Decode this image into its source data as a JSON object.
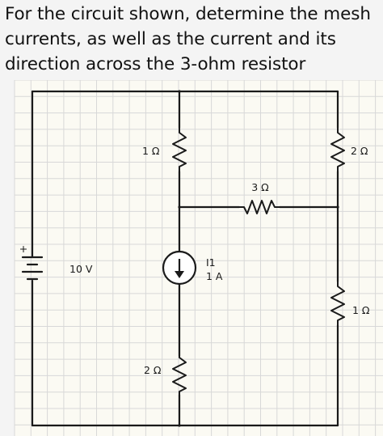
{
  "question": {
    "line1": "For the circuit shown, determine the mesh",
    "line2": "currents, as well as the current and its",
    "line3": "direction across the 3-ohm resistor"
  },
  "circuit": {
    "source": {
      "label": "10 V",
      "plus": "+"
    },
    "r_top_mid": "1 Ω",
    "r_top_right": "2 Ω",
    "r_horizontal": "3 Ω",
    "r_bottom_right": "1 Ω",
    "r_bottom_mid": "2 Ω",
    "current_source": {
      "name": "I1",
      "value": "1 A"
    }
  },
  "colors": {
    "background": "#f4f4f4",
    "grid": "#d8d8d8",
    "grid_bg": "#fbfaf3",
    "wire": "#1a1a1a"
  }
}
